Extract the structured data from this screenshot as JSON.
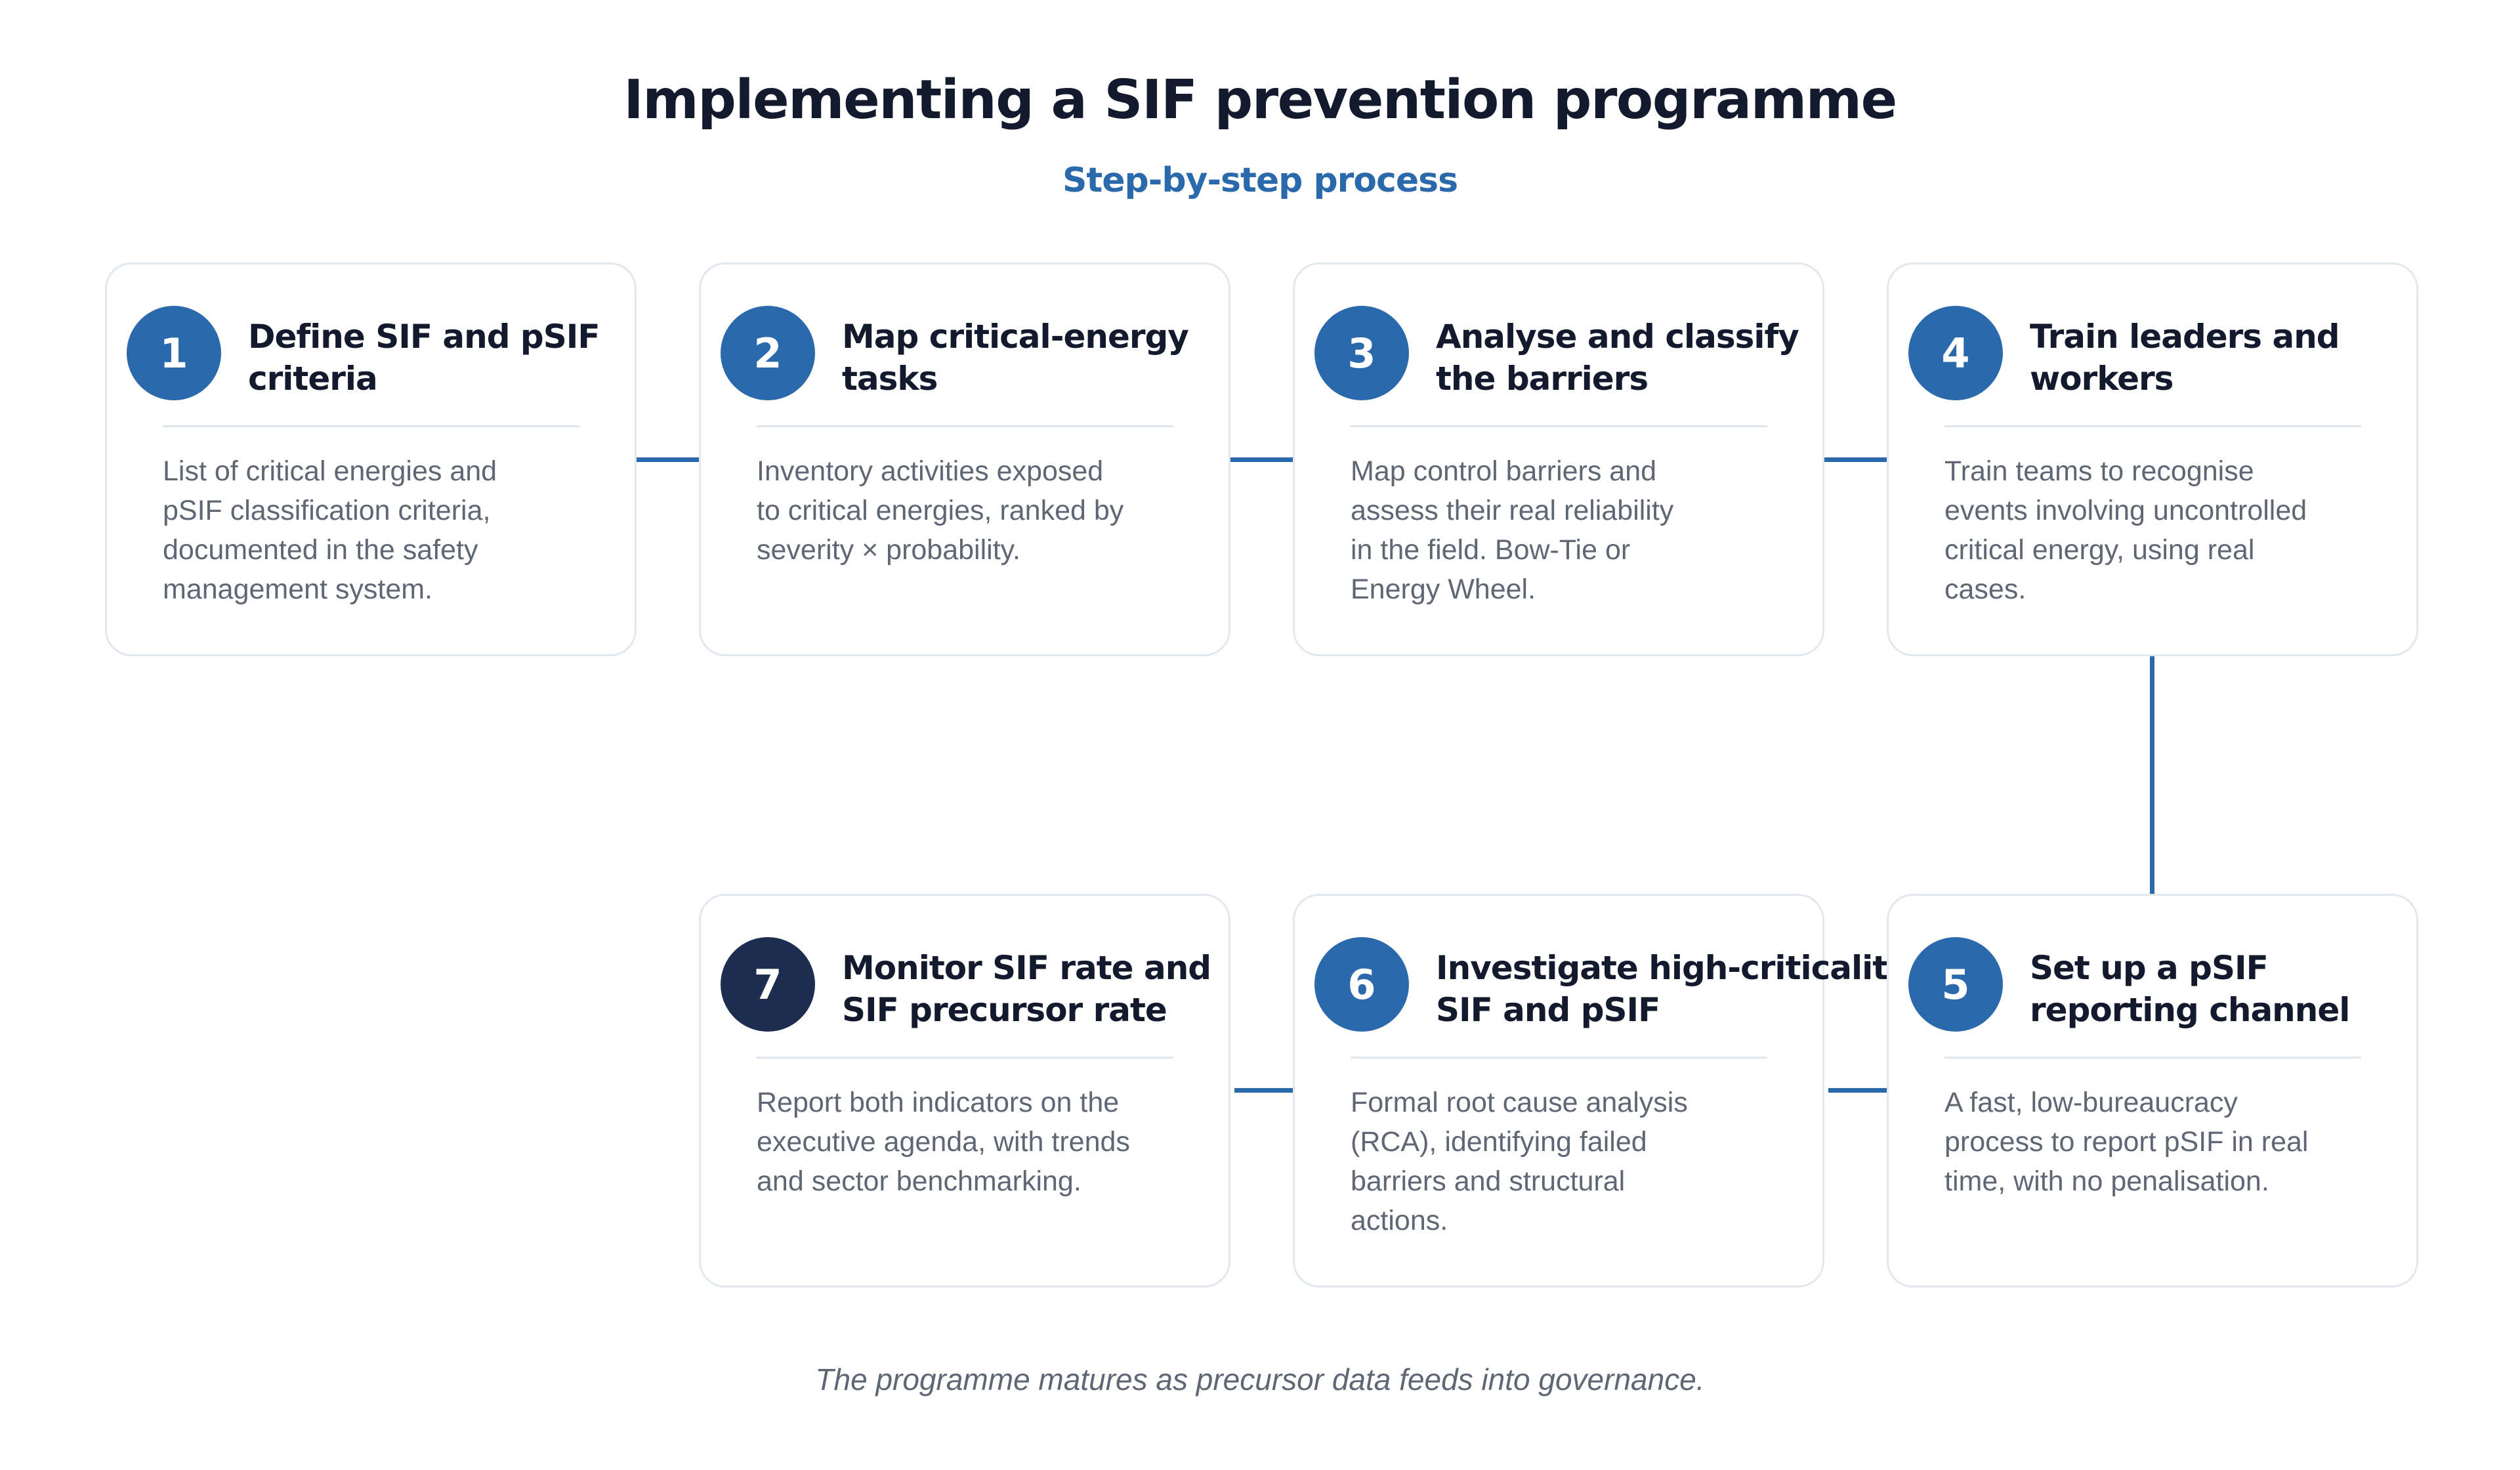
{
  "title": "Implementing a SIF prevention programme",
  "subtitle": "Step-by-step process",
  "steps": [
    {
      "number": "1",
      "title_line1": "Define SIF and pSIF",
      "title_line2": "criteria",
      "lines": [
        "List of critical energies and",
        "pSIF classification criteria,",
        "documented in the safety",
        "management system."
      ]
    },
    {
      "number": "2",
      "title_line1": "Map critical-energy",
      "title_line2": "tasks",
      "lines": [
        "Inventory activities exposed",
        "to critical energies, ranked by",
        "severity × probability."
      ]
    },
    {
      "number": "3",
      "title_line1": "Analyse and classify",
      "title_line2": "the barriers",
      "lines": [
        "Map control barriers and",
        "assess their real reliability",
        "in the field. Bow-Tie or",
        "Energy Wheel."
      ]
    },
    {
      "number": "4",
      "title_line1": "Train leaders and",
      "title_line2": "workers",
      "lines": [
        "Train teams to recognise",
        "events involving uncontrolled",
        "critical energy, using real",
        "cases."
      ]
    },
    {
      "number": "5",
      "title_line1": "Set up a pSIF",
      "title_line2": "reporting channel",
      "lines": [
        "A fast, low-bureaucracy",
        "process to report pSIF in real",
        "time, with no penalisation."
      ]
    },
    {
      "number": "6",
      "title_line1": "Investigate high-criticality",
      "title_line2": "SIF and pSIF",
      "lines": [
        "Formal root cause analysis",
        "(RCA), identifying failed",
        "barriers and structural",
        "actions."
      ]
    },
    {
      "number": "7",
      "title_line1": "Monitor SIF rate and",
      "title_line2": "SIF precursor rate",
      "lines": [
        "Report both indicators on the",
        "executive agenda, with trends",
        "and sector benchmarking."
      ]
    }
  ],
  "footer": "The programme matures as precursor data feeds into governance.",
  "colors": {
    "accent": "#2a69ab",
    "final_badge": "#1c2d4f",
    "title": "#141a2e",
    "body_text": "#5f6674"
  }
}
